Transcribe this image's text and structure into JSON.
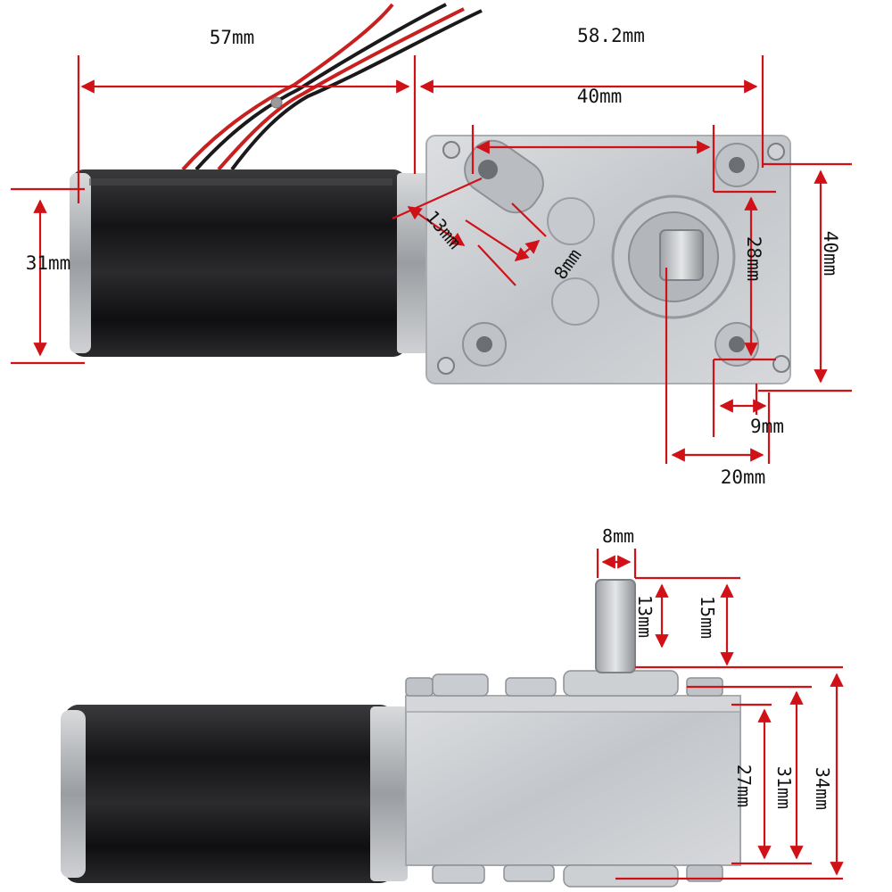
{
  "colors": {
    "dimension_line": "#d01218",
    "motor_body": "#1b1b1d",
    "gearbox_metal": "#c9ccd0",
    "wire_red": "#c81f1f",
    "wire_black": "#1a1a1a",
    "label_text": "#111111"
  },
  "top_view": {
    "motor_length": "57mm",
    "gearbox_length": "58.2mm",
    "hole_spacing_horizontal": "40mm",
    "motor_diameter": "31mm",
    "slot_length": "13mm",
    "slot_width": "8mm",
    "hole_spacing_vertical": "28mm",
    "gearbox_height": "40mm",
    "hole_edge_offset": "9mm",
    "shaft_offset": "20mm"
  },
  "side_view": {
    "shaft_diameter": "8mm",
    "shaft_flat_length": "13mm",
    "shaft_length": "15mm",
    "gearbox_depth": "27mm",
    "gearbox_depth_with_plate": "31mm",
    "total_depth": "34mm"
  }
}
